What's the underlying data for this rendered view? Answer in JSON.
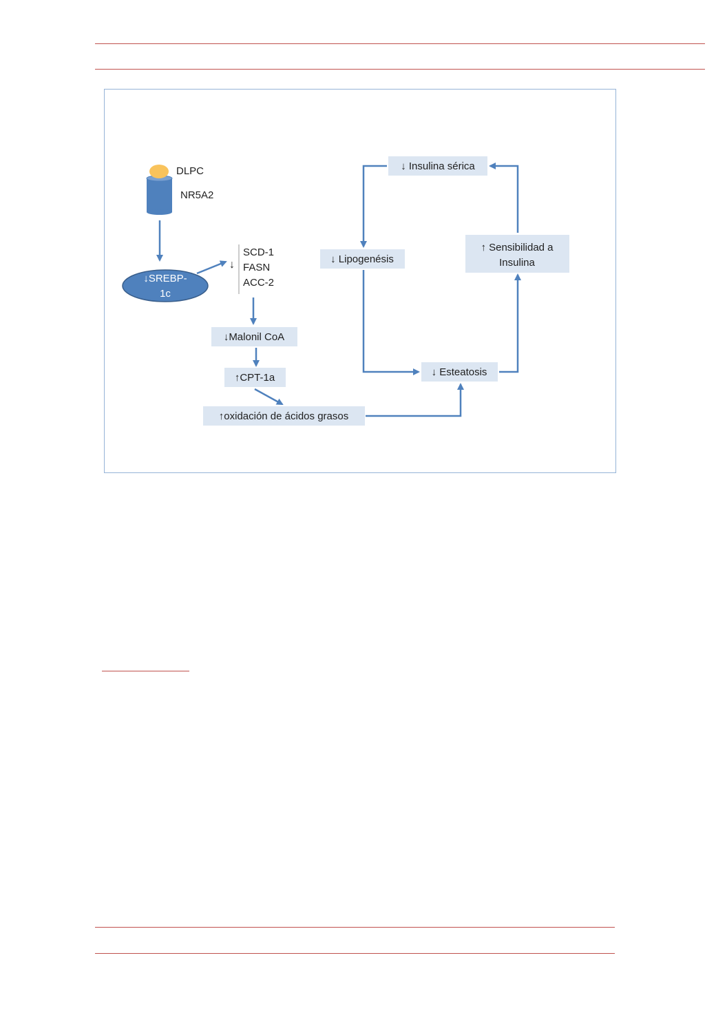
{
  "diagram": {
    "ligand": "DLPC",
    "receptor": "NR5A2",
    "srebp": {
      "line1": "↓SREBP-",
      "line2": "1c"
    },
    "gene_arrow": "↓",
    "genes": [
      "SCD-1",
      "FASN",
      "ACC-2"
    ],
    "malonil": "↓Malonil CoA",
    "cpt": "↑CPT-1a",
    "oxidation": "↑oxidación de ácidos grasos",
    "esteatosis": "↓ Esteatosis",
    "lipogenesis": "↓ Lipogenésis",
    "insulina": "↓ Insulina sérica",
    "sensibilidad": {
      "line1": "↑ Sensibilidad a",
      "line2": "Insulina"
    }
  },
  "colors": {
    "rule": "#c0504d",
    "arrow": "#4f81bd",
    "box_fill": "#dce6f2",
    "ellipse_fill": "#4f81bd",
    "ligand_fill": "#f9c35c",
    "frame": "#95b3d7"
  }
}
